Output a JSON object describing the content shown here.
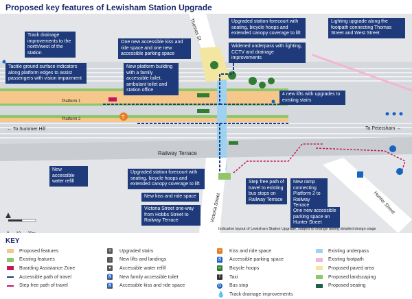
{
  "title": "Proposed key features of Lewisham Station Upgrade",
  "map_labels": {
    "thomas_st": "Thomas St",
    "platform1": "Platform 1",
    "platform2": "Platform 2",
    "summer_hill": "To Summer Hill",
    "petersham": "To Petersham",
    "railway_terrace": "Railway Terrace",
    "hunter_street": "Hunter Street",
    "victoria_street": "Victoria Street",
    "scale_0": "0",
    "scale_10": "10",
    "scale_20": "20m",
    "north": "N"
  },
  "callouts": [
    {
      "id": "track-drainage",
      "text": "Track drainage improvements to the north/west of the station"
    },
    {
      "id": "tactile",
      "text": "Tactile ground surface indicators along platform edges to assist passengers with vision impairment"
    },
    {
      "id": "new-accessible-kiss",
      "text": "One new accessible kiss and ride space and one new accessible parking space"
    },
    {
      "id": "new-platform-building",
      "text": "New platform building with a family accessible toilet, ambulant toilet and station office"
    },
    {
      "id": "upgraded-forecourt-north",
      "text": "Upgraded station forecourt with seating, bicycle hoops and extended canopy coverage to lift"
    },
    {
      "id": "widened-underpass",
      "text": "Widened underpass with lighting, CCTV and drainage improvements"
    },
    {
      "id": "lighting-upgrade",
      "text": "Lighting upgrade along the footpath connecting Thomas Street and West Street"
    },
    {
      "id": "new-lifts",
      "text": "4 new lifts with upgrades to existing stairs"
    },
    {
      "id": "water-refill",
      "text": "New accessible water refill"
    },
    {
      "id": "upgraded-forecourt-south",
      "text": "Upgraded station forecourt with seating, bicycle hoops and extended canopy coverage to lift"
    },
    {
      "id": "new-kiss-ride",
      "text": "New kiss and ride space"
    },
    {
      "id": "victoria-oneway",
      "text": "Victoria Street one-way from Hobbs Street to Railway Terrace"
    },
    {
      "id": "step-free-path",
      "text": "Step free path of travel to existing bus stops on Railway Terrace"
    },
    {
      "id": "new-ramp",
      "text": "New ramp connecting Platform 2 to Railway Terrace"
    },
    {
      "id": "hunter-parking",
      "text": "One new accessible parking space on Hunter Street"
    }
  ],
  "note": "Indicative layout of Lewisham Station Upgrade, subject to change during detailed design stage",
  "key": {
    "title": "KEY",
    "col1": [
      {
        "label": "Proposed features",
        "color": "#f6c78a",
        "icon": "proposed-features-swatch"
      },
      {
        "label": "Existing features",
        "color": "#8fc66a",
        "icon": "existing-features-swatch"
      },
      {
        "label": "Boarding Assistance Zone",
        "color": "#c2185b",
        "icon": "boarding-zone-swatch"
      },
      {
        "label": "Accessible path of travel",
        "color": "#1e3a7a",
        "icon": "accessible-path-swatch"
      },
      {
        "label": "Step free path of travel",
        "color": "#c2185b",
        "icon": "step-free-path-swatch"
      }
    ],
    "col2": [
      {
        "label": "Upgraded stairs",
        "color": "#555555",
        "icon": "stairs-icon"
      },
      {
        "label": "New lifts and landings",
        "color": "#555555",
        "icon": "lift-icon"
      },
      {
        "label": "Accessible water refill",
        "color": "#555555",
        "icon": "water-refill-icon"
      },
      {
        "label": "New family accessible toilet",
        "color": "#555555",
        "icon": "toilet-icon"
      },
      {
        "label": "Accessible kiss and ride space",
        "color": "#555555",
        "icon": "kiss-ride-icon"
      }
    ],
    "col3": [
      {
        "label": "Kiss and ride space",
        "color": "#e67e22",
        "icon": "kiss-ride-space-icon"
      },
      {
        "label": "Accessible parking space",
        "color": "#1565c0",
        "icon": "parking-icon"
      },
      {
        "label": "Bicycle hoops",
        "color": "#2e7d32",
        "icon": "bicycle-icon"
      },
      {
        "label": "Taxi",
        "color": "#333333",
        "icon": "taxi-icon"
      },
      {
        "label": "Bus stop",
        "color": "#1565c0",
        "icon": "bus-stop-icon"
      },
      {
        "label": "Track drainage improvements",
        "color": "#1565c0",
        "icon": "drainage-icon"
      }
    ],
    "col4": [
      {
        "label": "Existing underpass",
        "color": "#9fd2f0",
        "icon": "underpass-swatch"
      },
      {
        "label": "Existing footpath",
        "color": "#f4b6d4",
        "icon": "footpath-swatch"
      },
      {
        "label": "Proposed paved area",
        "color": "#f3e6a0",
        "icon": "paved-area-swatch"
      },
      {
        "label": "Proposed landscaping",
        "color": "#8fc66a",
        "icon": "landscaping-swatch"
      },
      {
        "label": "Proposed seating",
        "color": "#1e5e4a",
        "icon": "seating-swatch"
      }
    ]
  }
}
